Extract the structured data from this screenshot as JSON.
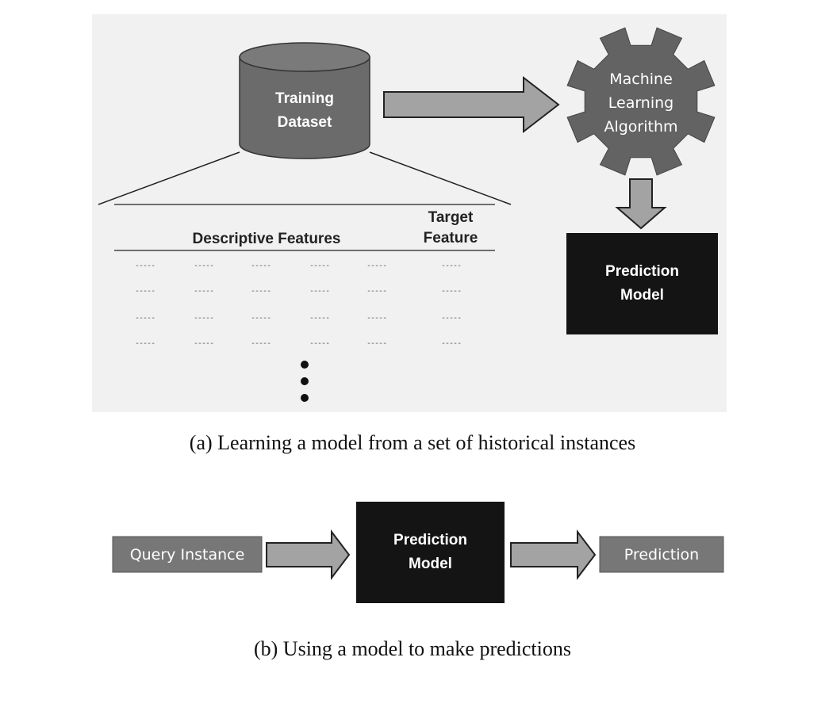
{
  "panel_a": {
    "training_dataset": [
      "Training",
      "Dataset"
    ],
    "ml_algorithm": [
      "Machine",
      "Learning",
      "Algorithm"
    ],
    "prediction_model": [
      "Prediction",
      "Model"
    ],
    "descriptive_features": "Descriptive Features",
    "target_feature": [
      "Target",
      "Feature"
    ],
    "cell_text": "-----",
    "caption": "(a) Learning a model from a set of historical instances"
  },
  "panel_b": {
    "query_instance": "Query Instance",
    "prediction_model": [
      "Prediction",
      "Model"
    ],
    "prediction": "Prediction",
    "caption": "(b) Using a model to make predictions"
  },
  "colors": {
    "panel_bg": "#f1f1f1",
    "cylinder": "#6b6b6b",
    "gear": "#636363",
    "arrow_fill": "#a3a3a3",
    "model_box": "#141414",
    "query_box": "#777777"
  }
}
